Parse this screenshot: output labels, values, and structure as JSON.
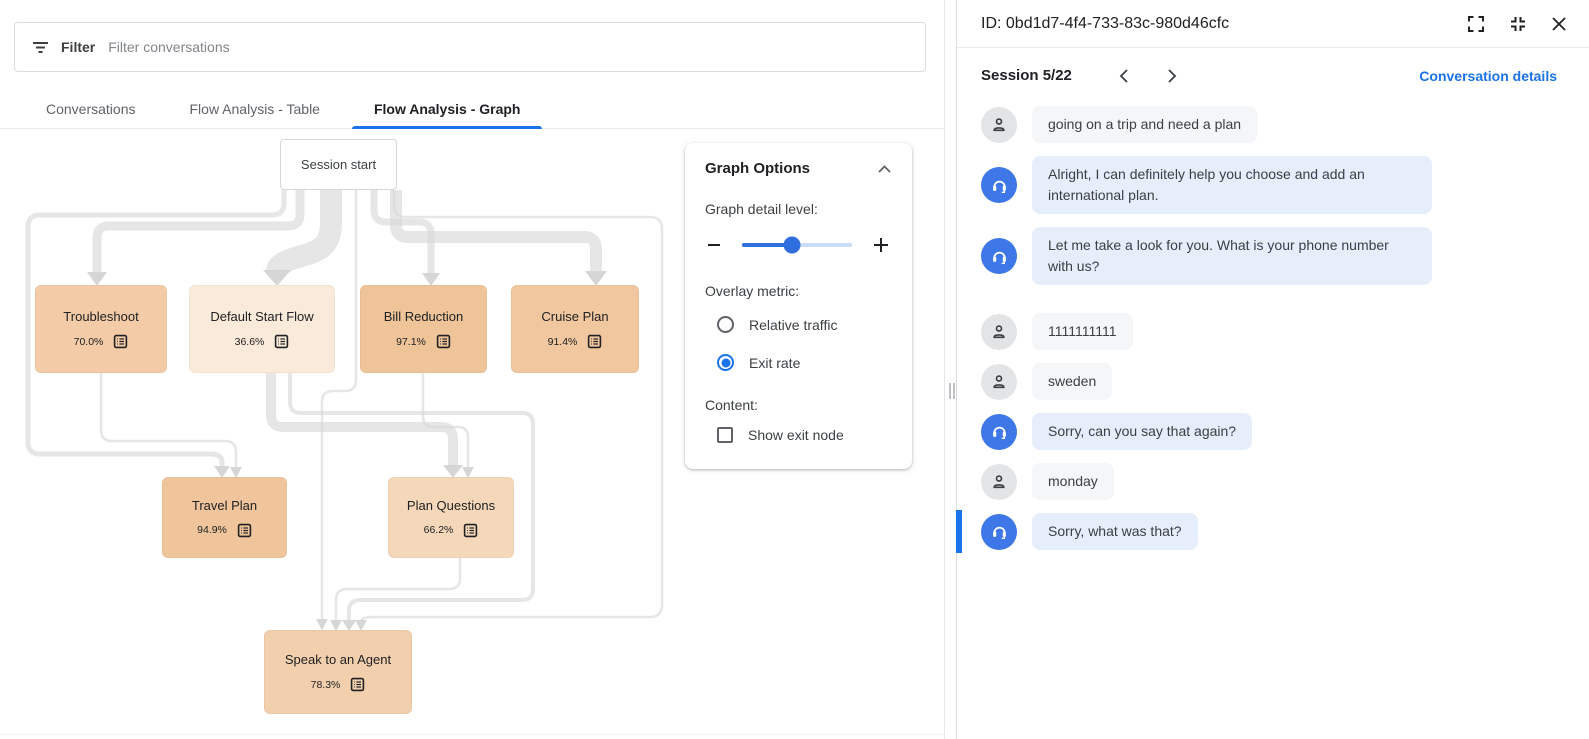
{
  "accent_color": "#1a73e8",
  "filter_bar": {
    "label": "Filter",
    "placeholder": "Filter conversations"
  },
  "tabs": [
    {
      "label": "Conversations",
      "active": false
    },
    {
      "label": "Flow Analysis - Table",
      "active": false
    },
    {
      "label": "Flow Analysis - Graph",
      "active": true
    }
  ],
  "flow_graph": {
    "start_node": {
      "label": "Session start"
    },
    "nodes": [
      {
        "label": "Troubleshoot",
        "exit_rate": "70.0%",
        "fill": "#f3cba6"
      },
      {
        "label": "Default Start Flow",
        "exit_rate": "36.6%",
        "fill": "#faead9"
      },
      {
        "label": "Bill Reduction",
        "exit_rate": "97.1%",
        "fill": "#efc498"
      },
      {
        "label": "Cruise Plan",
        "exit_rate": "91.4%",
        "fill": "#f0c79e"
      },
      {
        "label": "Travel Plan",
        "exit_rate": "94.9%",
        "fill": "#f0c59c"
      },
      {
        "label": "Plan Questions",
        "exit_rate": "66.2%",
        "fill": "#f5d8ba"
      },
      {
        "label": "Speak to an Agent",
        "exit_rate": "78.3%",
        "fill": "#f2cfad"
      }
    ],
    "edges": [
      {
        "from": "Session start",
        "to": "Troubleshoot"
      },
      {
        "from": "Session start",
        "to": "Default Start Flow"
      },
      {
        "from": "Session start",
        "to": "Bill Reduction"
      },
      {
        "from": "Session start",
        "to": "Cruise Plan"
      },
      {
        "from": "Session start",
        "to": "Travel Plan"
      },
      {
        "from": "Session start",
        "to": "Speak to an Agent"
      },
      {
        "from": "Troubleshoot",
        "to": "Travel Plan"
      },
      {
        "from": "Default Start Flow",
        "to": "Plan Questions"
      },
      {
        "from": "Default Start Flow",
        "to": "Speak to an Agent"
      },
      {
        "from": "Bill Reduction",
        "to": "Plan Questions"
      },
      {
        "from": "Plan Questions",
        "to": "Speak to an Agent"
      }
    ]
  },
  "graph_options": {
    "title": "Graph Options",
    "detail_label": "Graph detail level:",
    "detail_level_percent": 45,
    "overlay_label": "Overlay metric:",
    "metrics": [
      {
        "label": "Relative traffic",
        "selected": false
      },
      {
        "label": "Exit rate",
        "selected": true
      }
    ],
    "content_label": "Content:",
    "checkbox": {
      "label": "Show exit node",
      "checked": false
    }
  },
  "details_panel": {
    "title": "ID: 0bd1d7-4f4-733-83c-980d46cfc",
    "session_label": "Session 5/22",
    "link_label": "Conversation details",
    "messages": [
      {
        "role": "user",
        "text": "going on a trip and need a plan"
      },
      {
        "role": "bot",
        "text": "Alright, I can definitely help you choose and add an international plan."
      },
      {
        "role": "bot",
        "text": "Let me take a look for you. What is your phone number with us?"
      },
      {
        "role": "user",
        "text": "1111111111"
      },
      {
        "role": "user",
        "text": "sweden"
      },
      {
        "role": "bot",
        "text": "Sorry, can you say that again?"
      },
      {
        "role": "user",
        "text": "monday"
      },
      {
        "role": "bot",
        "text": "Sorry, what was that?",
        "highlighted": true
      }
    ]
  },
  "icons": {
    "filter": "filter-list",
    "options_collapse": "chevron-up",
    "slider_decrease": "minus",
    "slider_increase": "plus",
    "node_detail": "list-alt",
    "fullscreen": "fullscreen",
    "exit_fullscreen": "fullscreen-exit",
    "close": "close",
    "session_prev": "chevron-left",
    "session_next": "chevron-right",
    "user_avatar": "person",
    "bot_avatar": "headset"
  }
}
